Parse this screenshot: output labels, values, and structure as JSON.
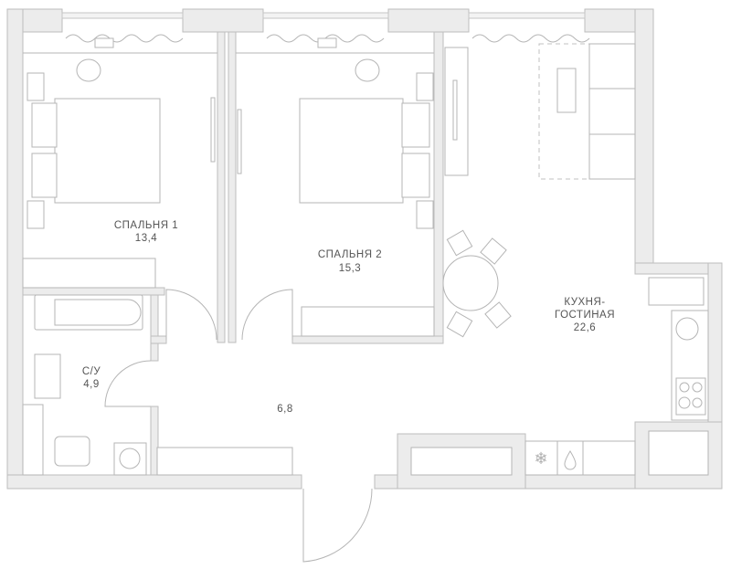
{
  "rooms": [
    {
      "name": "СПАЛЬНЯ 1",
      "area": "13,4"
    },
    {
      "name": "СПАЛЬНЯ 2",
      "area": "15,3"
    },
    {
      "name_line1": "КУХНЯ-",
      "name_line2": "ГОСТИНАЯ",
      "area": "22,6"
    },
    {
      "name": "С/У",
      "area": "4,9"
    },
    {
      "area": "6,8"
    }
  ],
  "colors": {
    "wall": "#ececec",
    "outline": "#bdbdbd",
    "text": "#555555"
  }
}
